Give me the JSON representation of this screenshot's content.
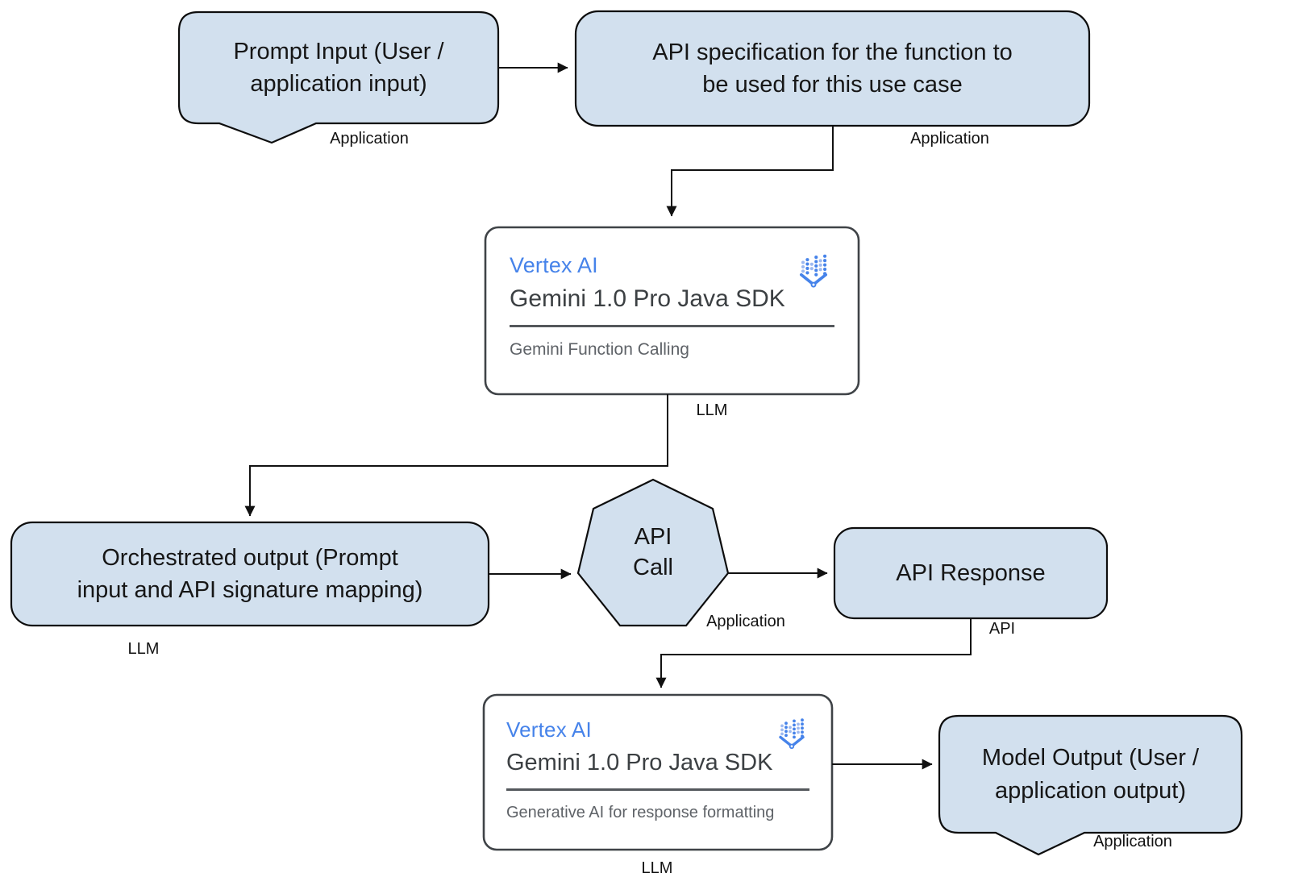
{
  "colors": {
    "node_fill": "#d2e0ee",
    "node_border": "#0d0d0d",
    "card_fill": "#ffffff",
    "card_border": "#3f4347",
    "vertex_blue": "#4683ea",
    "card_title_gray": "#3c4043",
    "card_sub_gray": "#5f6368",
    "connector": "#111111"
  },
  "nodes": {
    "prompt_input": {
      "text": "Prompt Input (User /\napplication input)",
      "tag": "Application",
      "shape": "callout"
    },
    "api_spec": {
      "text": "API specification for the function to\nbe used for this use case",
      "tag": "Application",
      "shape": "rounded-rect"
    },
    "llm_card_top": {
      "product": "Vertex AI",
      "sdk": "Gemini 1.0 Pro Java SDK",
      "capability": "Gemini Function Calling",
      "tag": "LLM",
      "icon": "vertex-ai-icon",
      "shape": "card"
    },
    "orchestrated_output": {
      "text": "Orchestrated output (Prompt\ninput and API signature mapping)",
      "tag": "LLM",
      "shape": "rounded-rect"
    },
    "api_call": {
      "text": "API\nCall",
      "tag": "Application",
      "shape": "heptagon"
    },
    "api_response": {
      "text": "API Response",
      "tag": "API",
      "shape": "rounded-rect"
    },
    "llm_card_bottom": {
      "product": "Vertex AI",
      "sdk": "Gemini 1.0 Pro Java SDK",
      "capability": "Generative AI for response formatting",
      "tag": "LLM",
      "icon": "vertex-ai-icon",
      "shape": "card"
    },
    "model_output": {
      "text": "Model Output (User /\napplication output)",
      "tag": "Application",
      "shape": "callout"
    }
  },
  "edges": [
    {
      "from": "prompt_input",
      "to": "api_spec"
    },
    {
      "from": "api_spec",
      "to": "llm_card_top"
    },
    {
      "from": "llm_card_top",
      "to": "orchestrated_output"
    },
    {
      "from": "orchestrated_output",
      "to": "api_call"
    },
    {
      "from": "api_call",
      "to": "api_response"
    },
    {
      "from": "api_response",
      "to": "llm_card_bottom"
    },
    {
      "from": "llm_card_bottom",
      "to": "model_output"
    }
  ]
}
